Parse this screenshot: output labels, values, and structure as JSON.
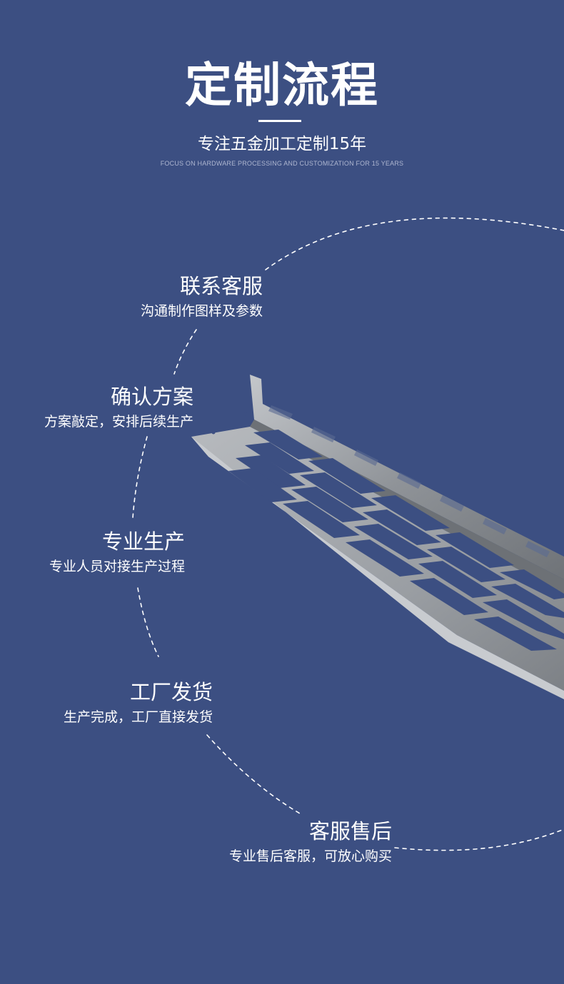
{
  "header": {
    "title": "定制流程",
    "subtitle": "专注五金加工定制15年",
    "subtitle_en": "FOCUS ON HARDWARE PROCESSING AND CUSTOMIZATION FOR 15 YEARS"
  },
  "steps": [
    {
      "title": "联系客服",
      "desc": "沟通制作图样及参数"
    },
    {
      "title": "确认方案",
      "desc": "方案敲定，安排后续生产"
    },
    {
      "title": "专业生产",
      "desc": "专业人员对接生产过程"
    },
    {
      "title": "工厂发货",
      "desc": "生产完成，工厂直接发货"
    },
    {
      "title": "客服售后",
      "desc": "专业售后客服，可放心购买"
    }
  ],
  "colors": {
    "background": "#3c4f82",
    "text": "#ffffff",
    "subtitle_en": "#aeb6d0",
    "dashed_circle": "#ffffff",
    "product_metal": "#9a9ea4"
  },
  "icons": {
    "product": "perforated-metal-channel-image"
  }
}
